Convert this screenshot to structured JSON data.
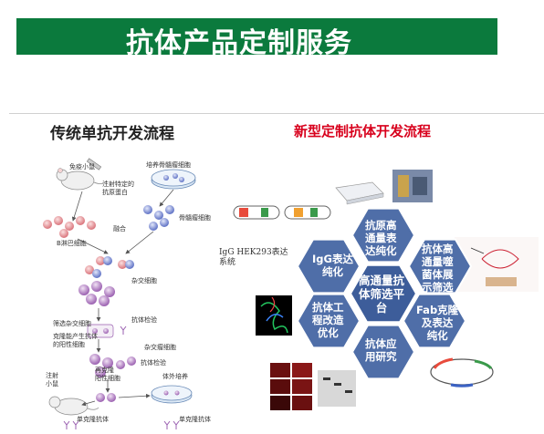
{
  "title": "抗体产品定制服务",
  "left_panel": {
    "title": "传统单抗开发流程",
    "labels": {
      "immunized_mouse": "免疫小鼠",
      "inject_antigen": "注射特定的\n抗原蛋白",
      "cultured_myeloma": "培养骨髓瘤细胞",
      "b_lymphocyte": "B淋巴细胞",
      "myeloma_cells": "骨髓瘤细胞",
      "fusion": "融合",
      "hybrid_cells": "杂交细胞",
      "screen_hybrids": "筛选杂交细胞",
      "antibody_test": "抗体检验",
      "clone_positive": "克隆能产生抗体\n的阳性细胞",
      "hybridoma": "杂交瘤细胞",
      "antibody_test_2": "抗体检验",
      "reclone": "再克隆\n阳性细胞",
      "inject_mouse": "注射\n小鼠",
      "in_vitro": "体外培养",
      "mab_left": "单克隆抗体",
      "mab_right": "单克隆抗体"
    }
  },
  "right_panel": {
    "title": "新型定制抗体开发流程",
    "igg_label": "IgG HEK293表达系统",
    "hexagons": {
      "center": "高通量抗\n体筛选平\n台",
      "top": "抗原高\n通量表\n达纯化",
      "upper_right": "抗体高\n通量噬\n菌体展\n示筛选",
      "lower_right": "Fab克隆\n及表达\n纯化",
      "bottom": "抗体应\n用研究",
      "lower_left": "抗体工\n程改造\n优化",
      "upper_left": "IgG表达\n纯化"
    }
  },
  "colors": {
    "title_bar": "#0b7a3d",
    "hex_fill": "#4f6ea8",
    "hex_center": "#3d5d9a",
    "right_title": "#d8001c"
  }
}
